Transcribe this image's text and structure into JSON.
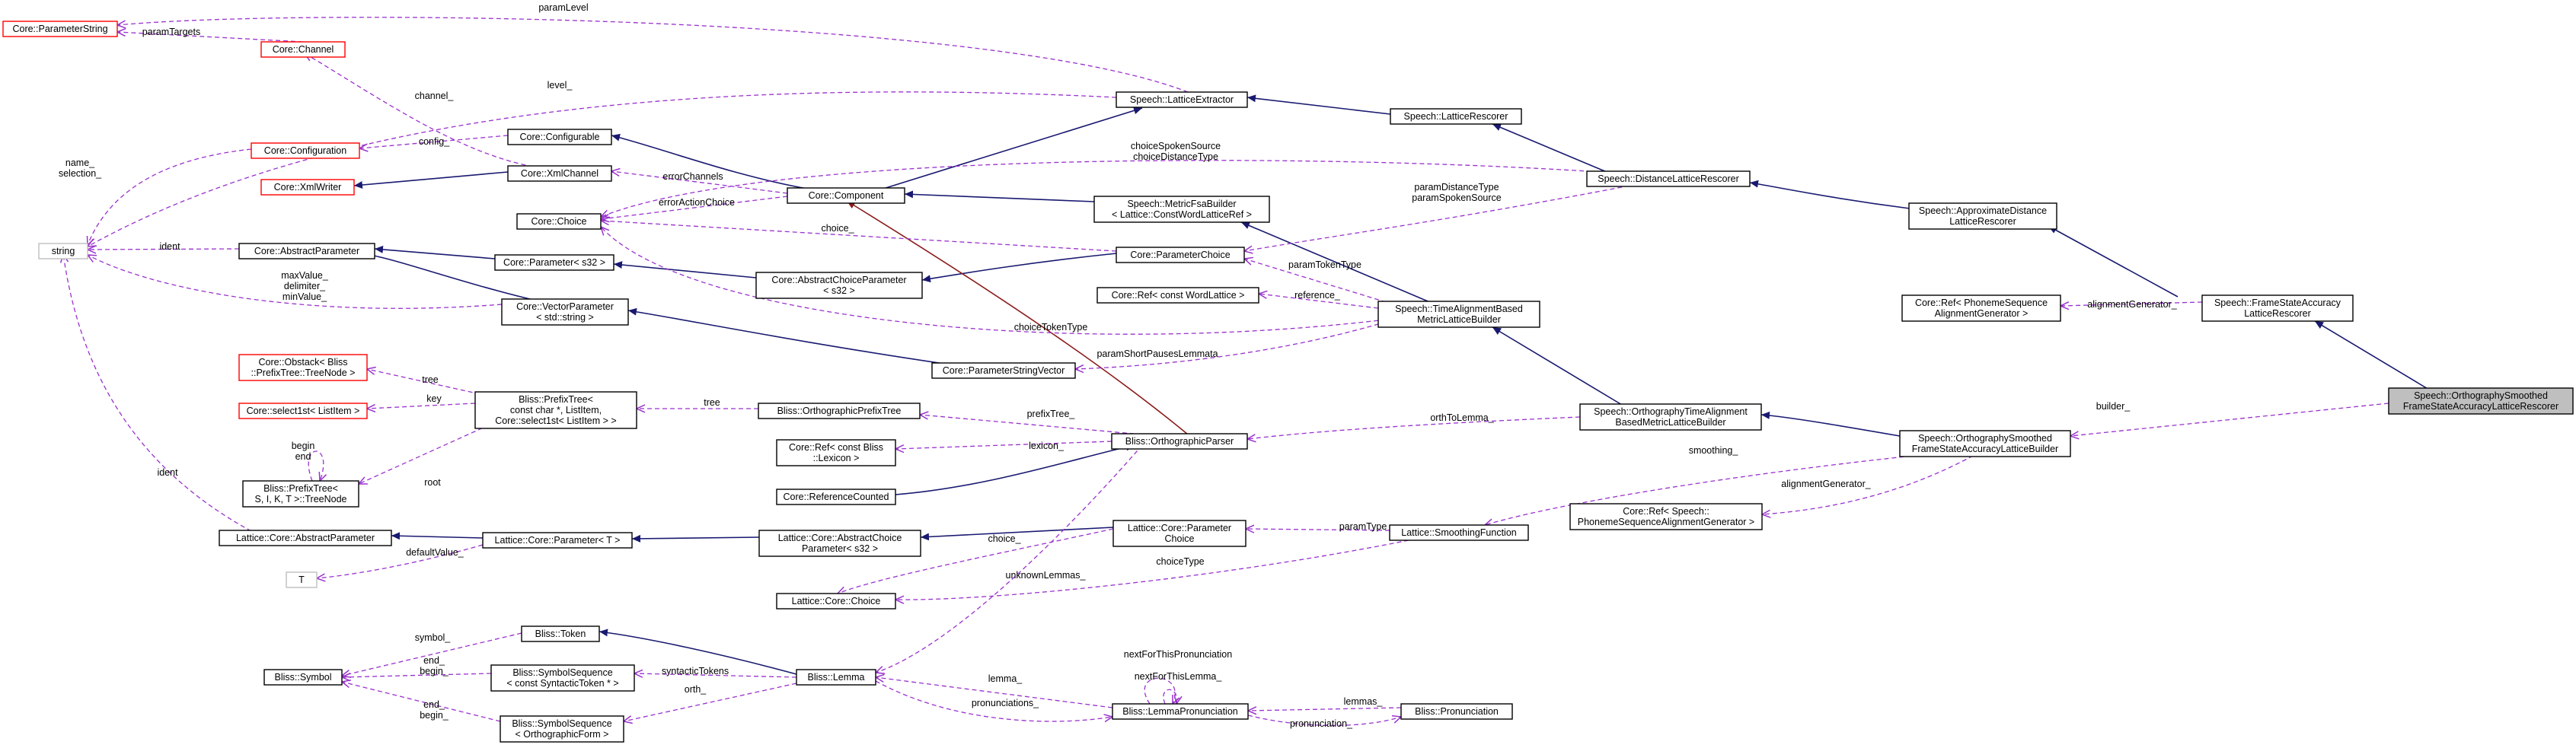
{
  "colors": {
    "inheritance_edge": "#191970",
    "template_edge": "#8b1a1a",
    "usage_edge": "#9a32cd",
    "node_border": "#000000",
    "undocumented_border": "#ff0000",
    "external_border": "#bfbfbf",
    "root_fill": "#bfbfbf"
  },
  "nodes": {
    "parameter_string": [
      "Core::ParameterString"
    ],
    "channel": [
      "Core::Channel"
    ],
    "lattice_extractor": [
      "Speech::LatticeExtractor"
    ],
    "lattice_rescorer": [
      "Speech::LatticeRescorer"
    ],
    "configurable": [
      "Core::Configurable"
    ],
    "configuration": [
      "Core::Configuration"
    ],
    "xml_channel": [
      "Core::XmlChannel"
    ],
    "xml_writer": [
      "Core::XmlWriter"
    ],
    "distance_lattice_rescorer": [
      "Speech::DistanceLatticeRescorer"
    ],
    "component": [
      "Core::Component"
    ],
    "metric_fsa_builder": [
      "Speech::MetricFsaBuilder",
      "< Lattice::ConstWordLatticeRef >"
    ],
    "approximate_distance_rescorer": [
      "Speech::ApproximateDistance",
      "LatticeRescorer"
    ],
    "choice": [
      "Core::Choice"
    ],
    "string": [
      "string"
    ],
    "abstract_parameter": [
      "Core::AbstractParameter"
    ],
    "parameter_s32": [
      "Core::Parameter< s32 >"
    ],
    "parameter_choice": [
      "Core::ParameterChoice"
    ],
    "abstract_choice_parameter": [
      "Core::AbstractChoiceParameter",
      "< s32 >"
    ],
    "vector_parameter": [
      "Core::VectorParameter",
      "< std::string >"
    ],
    "ref_word_lattice": [
      "Core::Ref< const WordLattice >"
    ],
    "time_alignment_builder": [
      "Speech::TimeAlignmentBased",
      "MetricLatticeBuilder"
    ],
    "ref_phoneme_alignment": [
      "Core::Ref< PhonemeSequence",
      "AlignmentGenerator >"
    ],
    "frame_state_accuracy_rescorer": [
      "Speech::FrameStateAccuracy",
      "LatticeRescorer"
    ],
    "obstack": [
      "Core::Obstack< Bliss",
      "::PrefixTree::TreeNode >"
    ],
    "parameter_string_vector": [
      "Core::ParameterStringVector"
    ],
    "prefix_tree": [
      "Bliss::PrefixTree<",
      "const char *, ListItem,",
      "Core::select1st< ListItem > >"
    ],
    "select1st": [
      "Core::select1st< ListItem >"
    ],
    "orthographic_prefix_tree": [
      "Bliss::OrthographicPrefixTree"
    ],
    "orthography_time_alignment_builder": [
      "Speech::OrthographyTimeAlignment",
      "BasedMetricLatticeBuilder"
    ],
    "orthography_smoothed_rescorer": [
      "Speech::OrthographySmoothed",
      "FrameStateAccuracyLatticeRescorer"
    ],
    "ref_lexicon": [
      "Core::Ref< const Bliss",
      "::Lexicon >"
    ],
    "orthographic_parser": [
      "Bliss::OrthographicParser"
    ],
    "orthography_smoothed_builder": [
      "Speech::OrthographySmoothed",
      "FrameStateAccuracyLatticeBuilder"
    ],
    "tree_node": [
      "Bliss::PrefixTree<",
      "S, I, K, T >::TreeNode"
    ],
    "reference_counted": [
      "Core::ReferenceCounted"
    ],
    "ref_speech_alignment": [
      "Core::Ref< Speech::",
      "PhonemeSequenceAlignmentGenerator >"
    ],
    "lattice_abstract_parameter": [
      "Lattice::Core::AbstractParameter"
    ],
    "lattice_parameter_t": [
      "Lattice::Core::Parameter< T >"
    ],
    "lattice_abstract_choice_parameter": [
      "Lattice::Core::AbstractChoice",
      "Parameter< s32 >"
    ],
    "lattice_parameter_choice": [
      "Lattice::Core::Parameter",
      "Choice"
    ],
    "smoothing_function": [
      "Lattice::SmoothingFunction"
    ],
    "t": [
      "T"
    ],
    "lattice_choice": [
      "Lattice::Core::Choice"
    ],
    "token": [
      "Bliss::Token"
    ],
    "symbol": [
      "Bliss::Symbol"
    ],
    "symbol_sequence_syntactic": [
      "Bliss::SymbolSequence",
      "< const SyntacticToken * >"
    ],
    "lemma": [
      "Bliss::Lemma"
    ],
    "symbol_sequence_orthographic": [
      "Bliss::SymbolSequence",
      "< OrthographicForm >"
    ],
    "lemma_pronunciation": [
      "Bliss::LemmaPronunciation"
    ],
    "pronunciation": [
      "Bliss::Pronunciation"
    ]
  },
  "edge_labels": {
    "param_level": [
      "paramLevel"
    ],
    "param_targets": [
      "paramTargets"
    ],
    "level": [
      "level_"
    ],
    "channel": [
      "channel_"
    ],
    "name_selection": [
      "name_",
      "selection_"
    ],
    "config": [
      "config_"
    ],
    "choice_spoken_source": [
      "choiceSpokenSource",
      "choiceDistanceType"
    ],
    "error_channels": [
      "errorChannels"
    ],
    "error_action_choice": [
      "errorActionChoice"
    ],
    "param_distance_type": [
      "paramDistanceType",
      "paramSpokenSource"
    ],
    "choice": [
      "choice_"
    ],
    "ident": [
      "ident"
    ],
    "param_token_type": [
      "paramTokenType"
    ],
    "max_value": [
      "maxValue_",
      "delimiter_",
      "minValue_"
    ],
    "reference": [
      "reference_"
    ],
    "alignment_generator_top": [
      "alignmentGenerator_"
    ],
    "choice_token_type": [
      "choiceTokenType"
    ],
    "param_short_pauses": [
      "paramShortPausesLemmata"
    ],
    "tree_obstack": [
      "tree"
    ],
    "key": [
      "key"
    ],
    "tree_prefix": [
      "tree"
    ],
    "prefix_tree": [
      "prefixTree_"
    ],
    "builder": [
      "builder_"
    ],
    "ortho_to_lemma": [
      "orthToLemma_"
    ],
    "smoothing": [
      "smoothing_"
    ],
    "begin_end": [
      "begin",
      "end"
    ],
    "lexicon": [
      "lexicon_"
    ],
    "root": [
      "root"
    ],
    "alignment_generator_bottom": [
      "alignmentGenerator_"
    ],
    "ident_left": [
      "ident"
    ],
    "choice_lower": [
      "choice_"
    ],
    "param_type": [
      "paramType"
    ],
    "default_value": [
      "defaultValue_"
    ],
    "unknown_lemmas": [
      "unknownLemmas_"
    ],
    "choice_type": [
      "choiceType"
    ],
    "next_for_this_pronunciation": [
      "nextForThisPronunciation"
    ],
    "next_for_this_lemma": [
      "nextForThisLemma_"
    ],
    "symbol": [
      "symbol_"
    ],
    "end_begin_1": [
      "end_",
      "begin_"
    ],
    "syntactic_tokens": [
      "syntacticTokens"
    ],
    "end_begin_2": [
      "end_",
      "begin_"
    ],
    "orth": [
      "orth_"
    ],
    "lemma": [
      "lemma_"
    ],
    "lemmas": [
      "lemmas_"
    ],
    "pronunciations": [
      "pronunciations_"
    ],
    "pronunciation": [
      "pronunciation_"
    ]
  }
}
